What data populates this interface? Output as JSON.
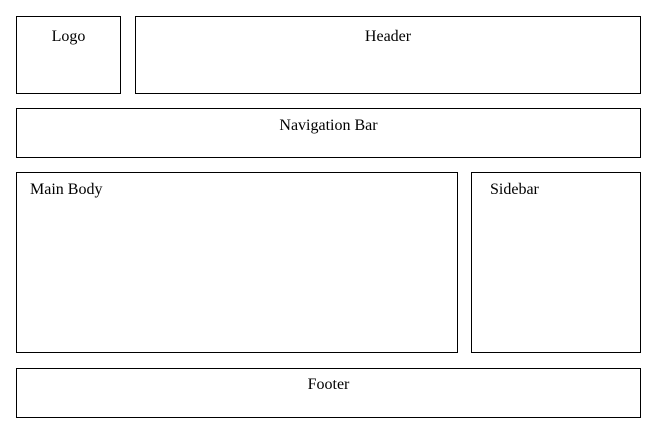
{
  "layout_diagram": {
    "logo": "Logo",
    "header": "Header",
    "navigation_bar": "Navigation Bar",
    "main_body": "Main Body",
    "sidebar": "Sidebar",
    "footer": "Footer"
  }
}
